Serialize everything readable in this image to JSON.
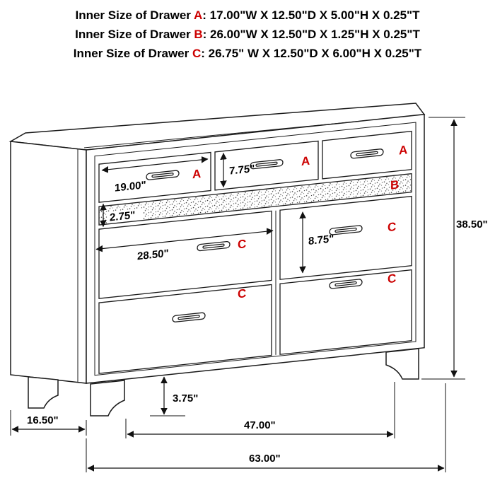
{
  "header": {
    "lines": [
      {
        "prefix": "Inner Size of Drawer ",
        "letter": "A",
        "rest": ": 17.00\"W X 12.50\"D X 5.00\"H X 0.25\"T"
      },
      {
        "prefix": "Inner Size of Drawer ",
        "letter": "B",
        "rest": ": 26.00\"W X 12.50\"D X 1.25\"H X 0.25\"T"
      },
      {
        "prefix": "Inner Size of Drawer ",
        "letter": "C",
        "rest": ": 26.75\" W X 12.50\"D X 6.00\"H X 0.25\"T"
      }
    ]
  },
  "diagram": {
    "labels": {
      "a1": "A",
      "a2": "A",
      "a3": "A",
      "b": "B",
      "c_left1": "C",
      "c_left2": "C",
      "c_right1": "C",
      "c_right2": "C"
    },
    "dims": {
      "drawer_a_width": "19.00\"",
      "drawer_a_height": "7.75\"",
      "drawer_b_height": "2.75\"",
      "drawer_c_width": "28.50\"",
      "drawer_c_height": "8.75\"",
      "leg_height": "3.75\"",
      "side_depth": "16.50\"",
      "base_width": "47.00\"",
      "overall_width": "63.00\"",
      "overall_height": "38.50\""
    },
    "colors": {
      "line": "#1a1a1a",
      "label_red": "#cc0000",
      "text": "#000000"
    }
  }
}
